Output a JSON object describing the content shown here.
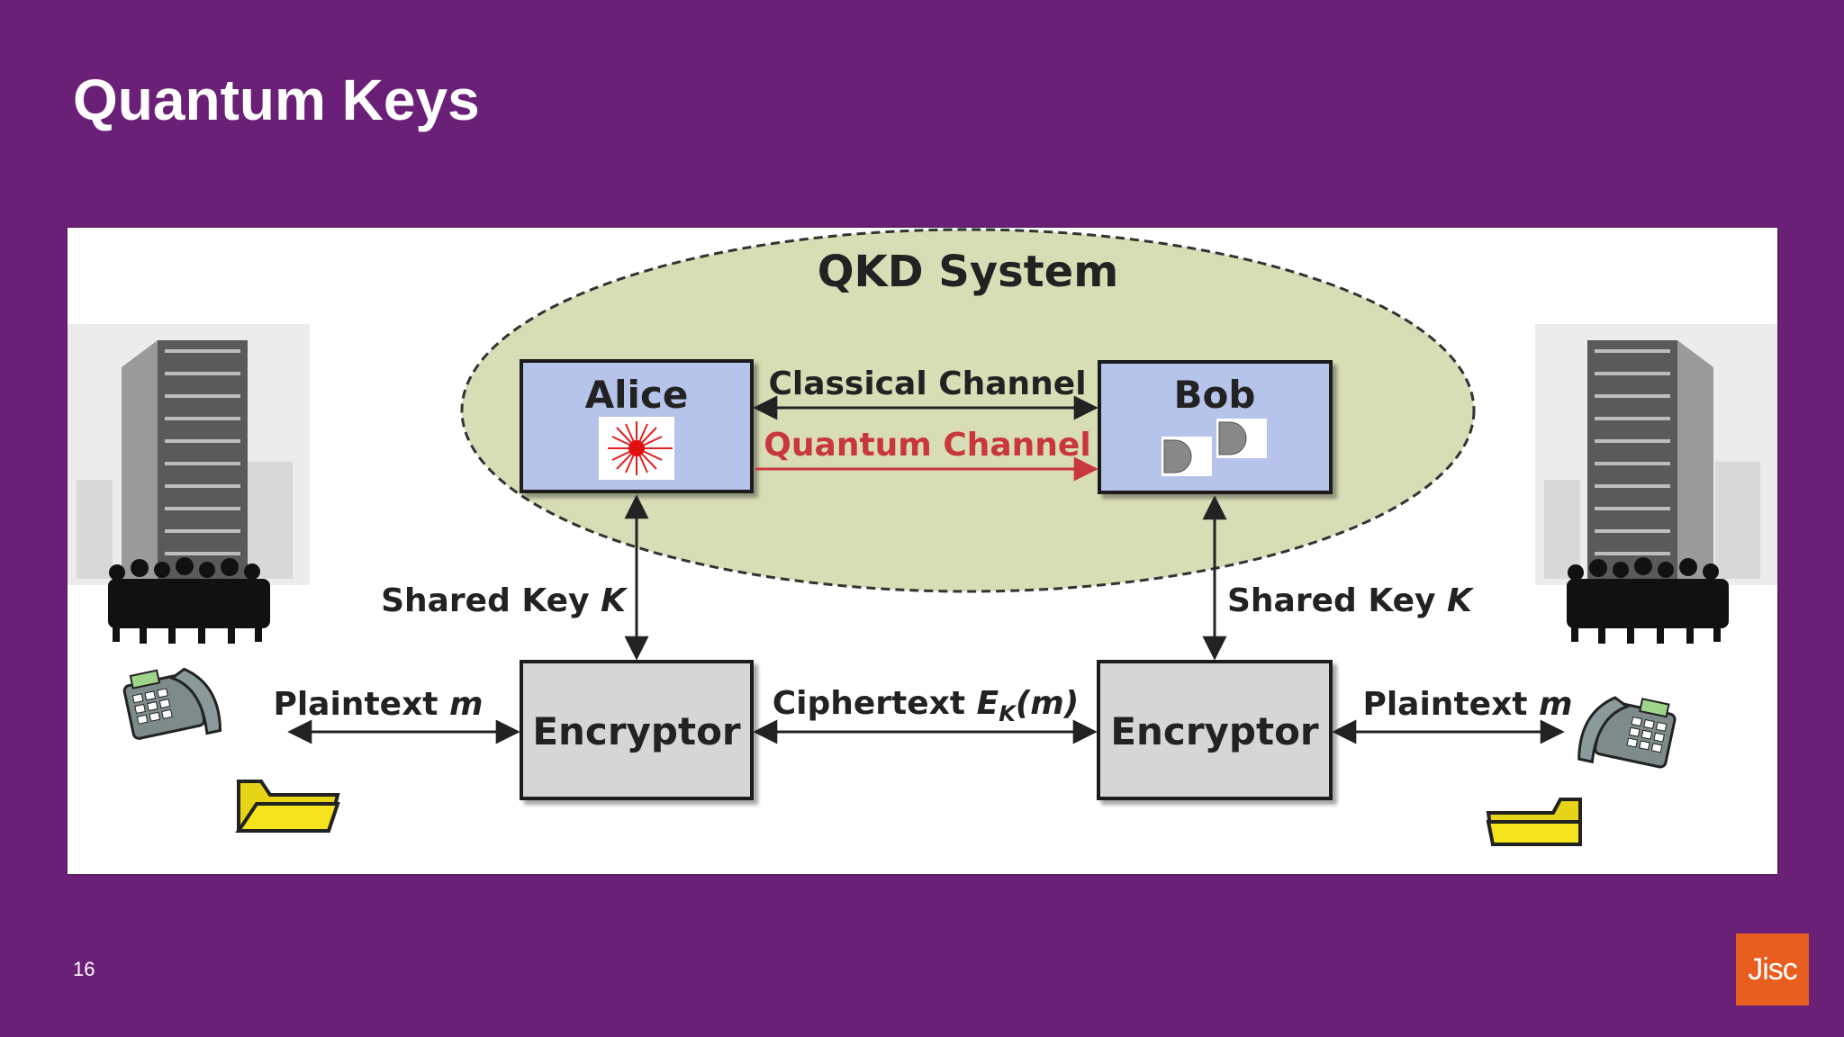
{
  "slide": {
    "title": "Quantum Keys",
    "page_number": "16",
    "logo_text": "Jisc"
  },
  "diagram": {
    "system_label": "QKD System",
    "alice_label": "Alice",
    "bob_label": "Bob",
    "classical_channel_label": "Classical Channel",
    "quantum_channel_label": "Quantum Channel",
    "shared_key_left": "Shared Key ",
    "shared_key_right": "Shared Key ",
    "shared_key_var": "K",
    "encryptor_left": "Encryptor",
    "encryptor_right": "Encryptor",
    "ciphertext_label": "Ciphertext ",
    "ciphertext_E": "E",
    "ciphertext_sub": "K",
    "ciphertext_arg": "(m)",
    "plaintext_left": "Plaintext ",
    "plaintext_right": "Plaintext ",
    "plaintext_var": "m"
  },
  "colors": {
    "background": "#6b2077",
    "ellipse_fill": "#d9ddb6",
    "node_fill": "#b6c3ea",
    "encryptor_fill": "#d6d6d6",
    "quantum_channel": "#c8373c",
    "logo": "#e85e1e",
    "folder": "#f5e31c"
  }
}
